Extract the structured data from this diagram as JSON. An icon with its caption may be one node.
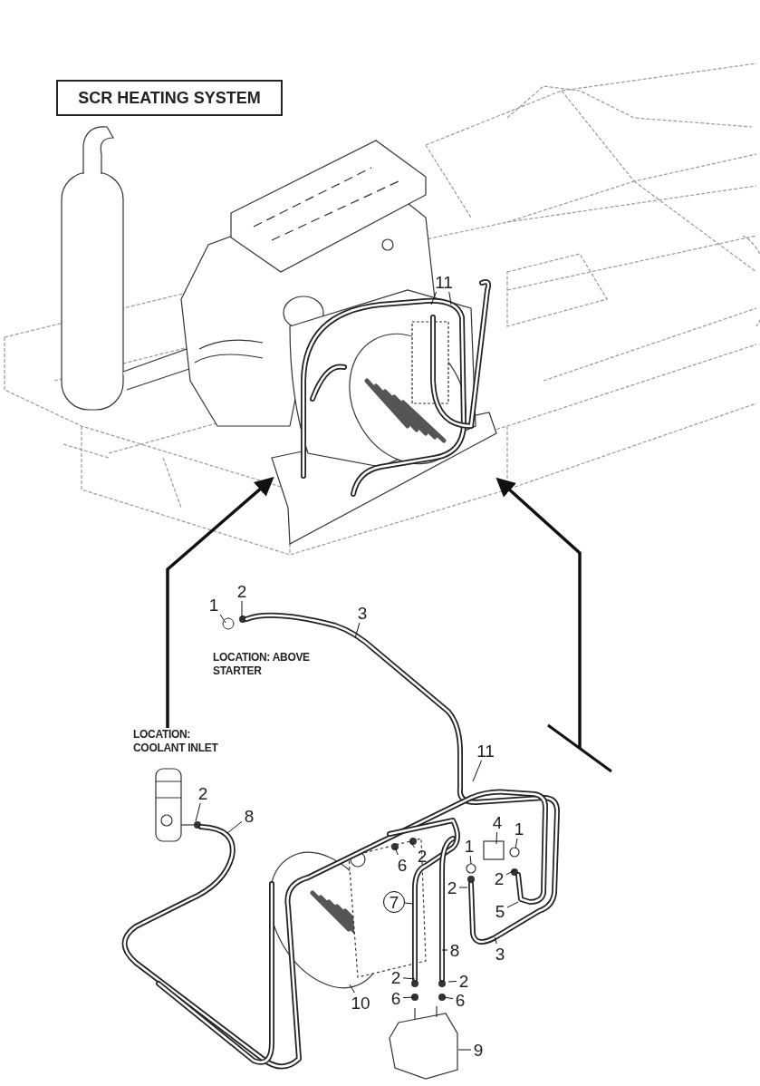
{
  "diagram": {
    "title": "SCR HEATING SYSTEM",
    "nodes": [
      {
        "text": [],
        "shape": "picture"
      },
      {
        "text": [],
        "shape": "picture",
        "in": 0
      },
      {
        "text": [],
        "shape": "picture"
      },
      {
        "text": [
          "LOCATION: COOLANT INLET"
        ],
        "in": 2
      },
      {
        "text": [
          "11"
        ],
        "in": 0
      },
      {
        "text": [
          "1"
        ]
      },
      {
        "text": [
          "2"
        ]
      },
      {
        "text": [
          "3"
        ]
      },
      {
        "text": [
          "2"
        ],
        "in": 2
      },
      {
        "text": [
          "8"
        ],
        "in": 2
      },
      {
        "text": [
          "11"
        ],
        "in": 2
      },
      {
        "text": [
          "4"
        ],
        "in": 2
      },
      {
        "text": [
          "1"
        ],
        "in": 2
      },
      {
        "text": [
          "1"
        ],
        "in": 2
      },
      {
        "text": [
          "2"
        ],
        "in": 2
      },
      {
        "text": [
          "6"
        ],
        "in": 2
      },
      {
        "text": [
          "2"
        ],
        "in": 2
      },
      {
        "text": [
          "2"
        ],
        "in": 2
      },
      {
        "text": [
          "7"
        ],
        "in": 2
      },
      {
        "text": [
          "5"
        ],
        "in": 2
      },
      {
        "text": [
          "8"
        ],
        "in": 2
      },
      {
        "text": [
          "3"
        ],
        "in": 2
      },
      {
        "text": [
          "2"
        ],
        "in": 2
      },
      {
        "text": [
          "2"
        ],
        "in": 2
      },
      {
        "text": [
          "6"
        ],
        "in": 2
      },
      {
        "text": [
          "6"
        ],
        "in": 2
      },
      {
        "text": [
          "10"
        ],
        "in": 2
      },
      {
        "text": [
          "9"
        ],
        "in": 2
      }
    ],
    "edges": [
      {
        "from": 3,
        "to": 1,
        "arrow": "to",
        "style": "thick"
      },
      {
        "from": null,
        "to": 1,
        "arrow": "to",
        "style": "thick"
      },
      {
        "from": 4,
        "to": 1,
        "arrow": "none"
      },
      {
        "from": 4,
        "to": 1,
        "arrow": "none"
      },
      {
        "from": 5,
        "to": 2,
        "arrow": "none"
      },
      {
        "from": 6,
        "to": 2,
        "arrow": "none"
      },
      {
        "from": 7,
        "to": 2,
        "arrow": "none"
      },
      {
        "from": 8,
        "to": 2,
        "arrow": "none"
      },
      {
        "from": 9,
        "to": 2,
        "arrow": "none"
      },
      {
        "from": 10,
        "to": 2,
        "arrow": "none"
      },
      {
        "from": 11,
        "to": 2,
        "arrow": "none"
      },
      {
        "from": 12,
        "to": 2,
        "arrow": "none"
      },
      {
        "from": 13,
        "to": 2,
        "arrow": "none"
      },
      {
        "from": 14,
        "to": 2,
        "arrow": "none"
      },
      {
        "from": 15,
        "to": 2,
        "arrow": "none"
      },
      {
        "from": 16,
        "to": 2,
        "arrow": "none"
      },
      {
        "from": 17,
        "to": 2,
        "arrow": "none"
      },
      {
        "from": 18,
        "to": 2,
        "arrow": "none"
      },
      {
        "from": 19,
        "to": 2,
        "arrow": "none"
      },
      {
        "from": 20,
        "to": 2,
        "arrow": "none"
      },
      {
        "from": 21,
        "to": 2,
        "arrow": "none"
      },
      {
        "from": 22,
        "to": 2,
        "arrow": "none"
      },
      {
        "from": 23,
        "to": 2,
        "arrow": "none"
      },
      {
        "from": 24,
        "to": 2,
        "arrow": "none"
      },
      {
        "from": 25,
        "to": 2,
        "arrow": "none"
      },
      {
        "from": 26,
        "to": 2,
        "arrow": "none"
      },
      {
        "from": 27,
        "to": 2,
        "arrow": "none"
      }
    ],
    "labels": [
      "LOCATION: ABOVE STARTER"
    ]
  }
}
